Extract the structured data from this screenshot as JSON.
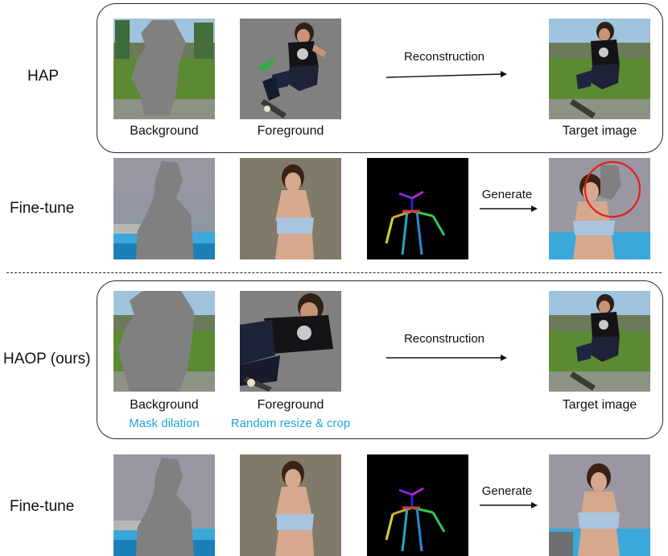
{
  "rows": {
    "hap": "HAP",
    "finetune_top": "Fine-tune",
    "haop": "HAOP (ours)",
    "finetune_bottom": "Fine-tune"
  },
  "captions": {
    "background": "Background",
    "foreground": "Foreground",
    "target": "Target image",
    "mask_dilation": "Mask dilation",
    "random_resize": "Random resize & crop"
  },
  "arrows": {
    "reconstruction": "Reconstruction",
    "generate": "Generate"
  },
  "colors": {
    "accent_caption": "#21a7d8",
    "highlight_circle": "#e0201b",
    "mask_gray": "#808080"
  }
}
